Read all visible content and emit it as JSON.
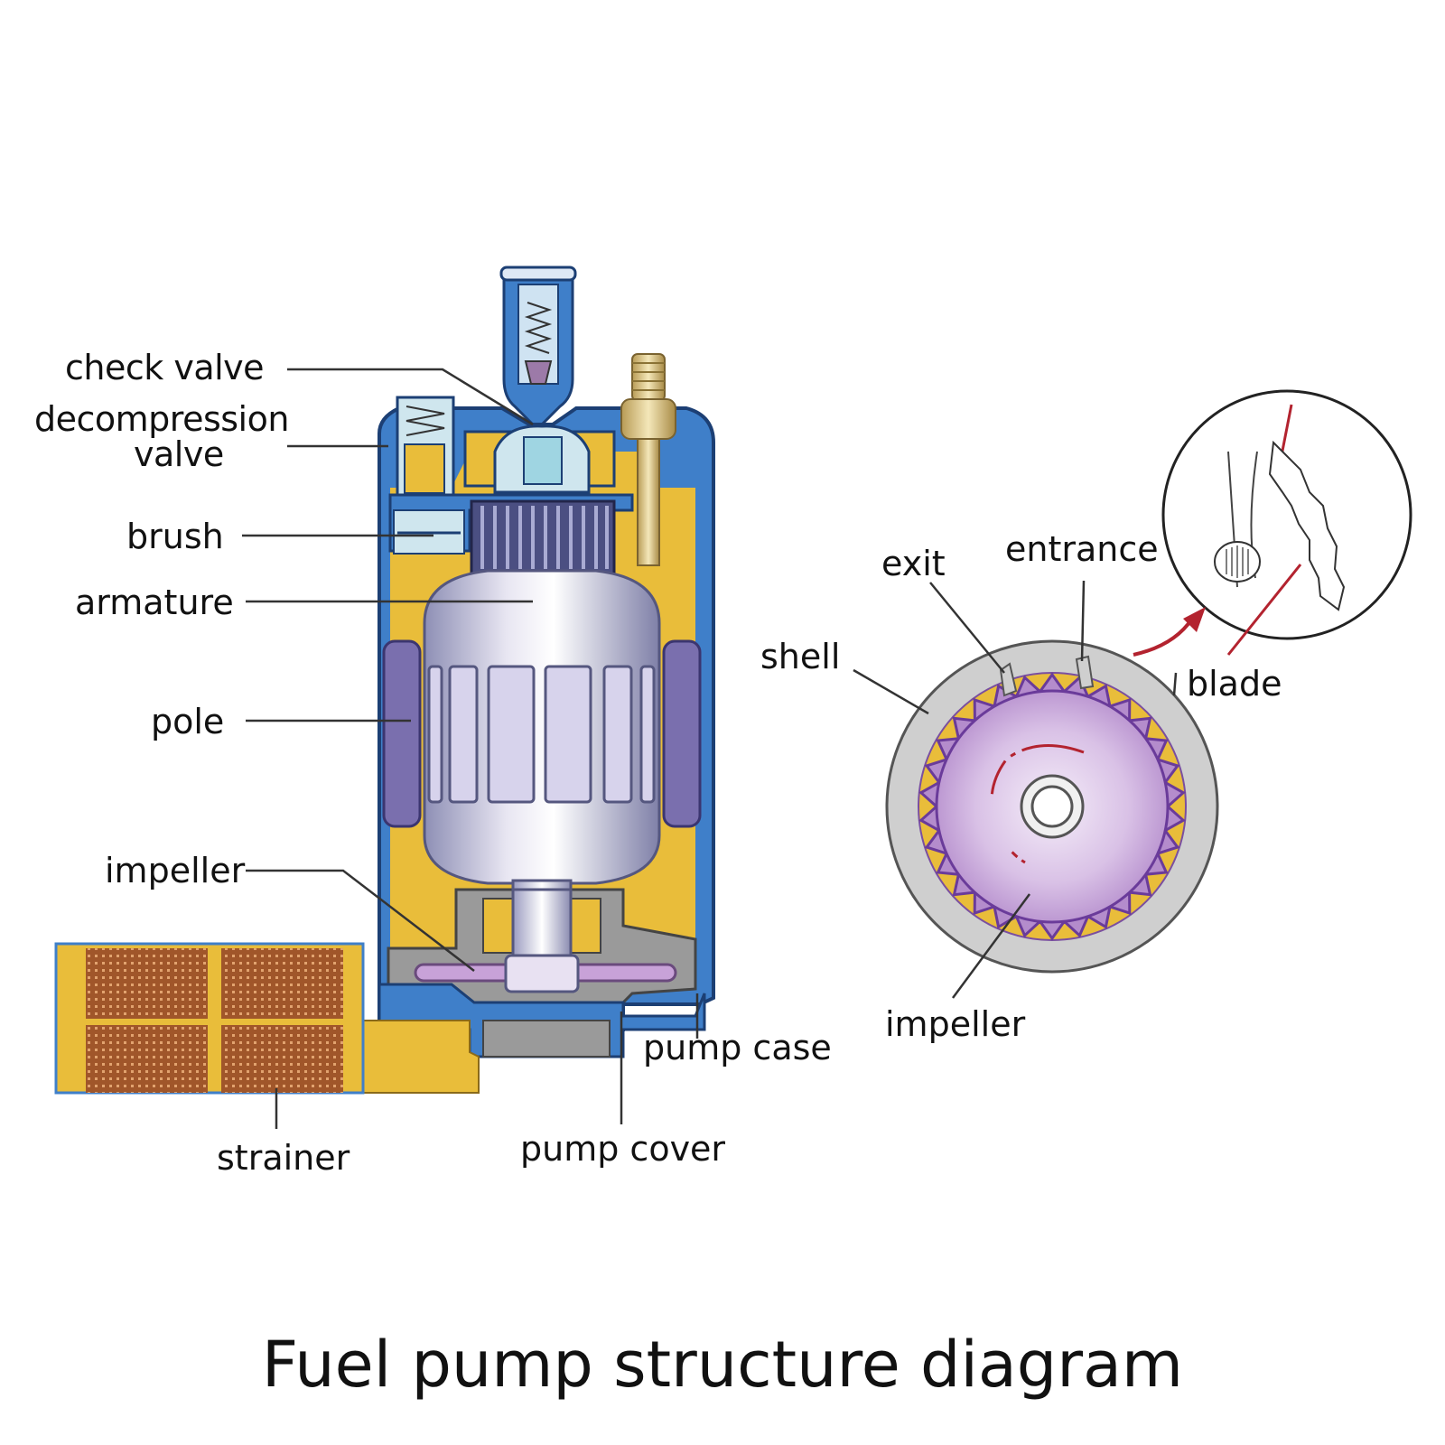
{
  "title": "Fuel pump structure diagram",
  "labels": {
    "check_valve": "check valve",
    "decompression_valve_1": "decompression",
    "decompression_valve_2": "valve",
    "brush": "brush",
    "armature": "armature",
    "pole": "pole",
    "impeller_left": "impeller",
    "strainer": "strainer",
    "pump_case": "pump case",
    "pump_cover": "pump cover",
    "exit": "exit",
    "entrance": "entrance",
    "shell": "shell",
    "blade": "blade",
    "impeller_right": "impeller"
  },
  "colors": {
    "housing_blue": "#3f7fc9",
    "fuel_yellow": "#e9bd3a",
    "pole_purple": "#7a6fae",
    "armature_silver": "#c9c6da",
    "commutator_dark": "#4b4f82",
    "strainer_brown": "#a0562a",
    "cover_gray": "#9a9a9a",
    "impeller_purple": "#c8a2d8",
    "shell_gray": "#cfcfcf",
    "arrow_red": "#b3232f",
    "leader_line": "#333333"
  }
}
